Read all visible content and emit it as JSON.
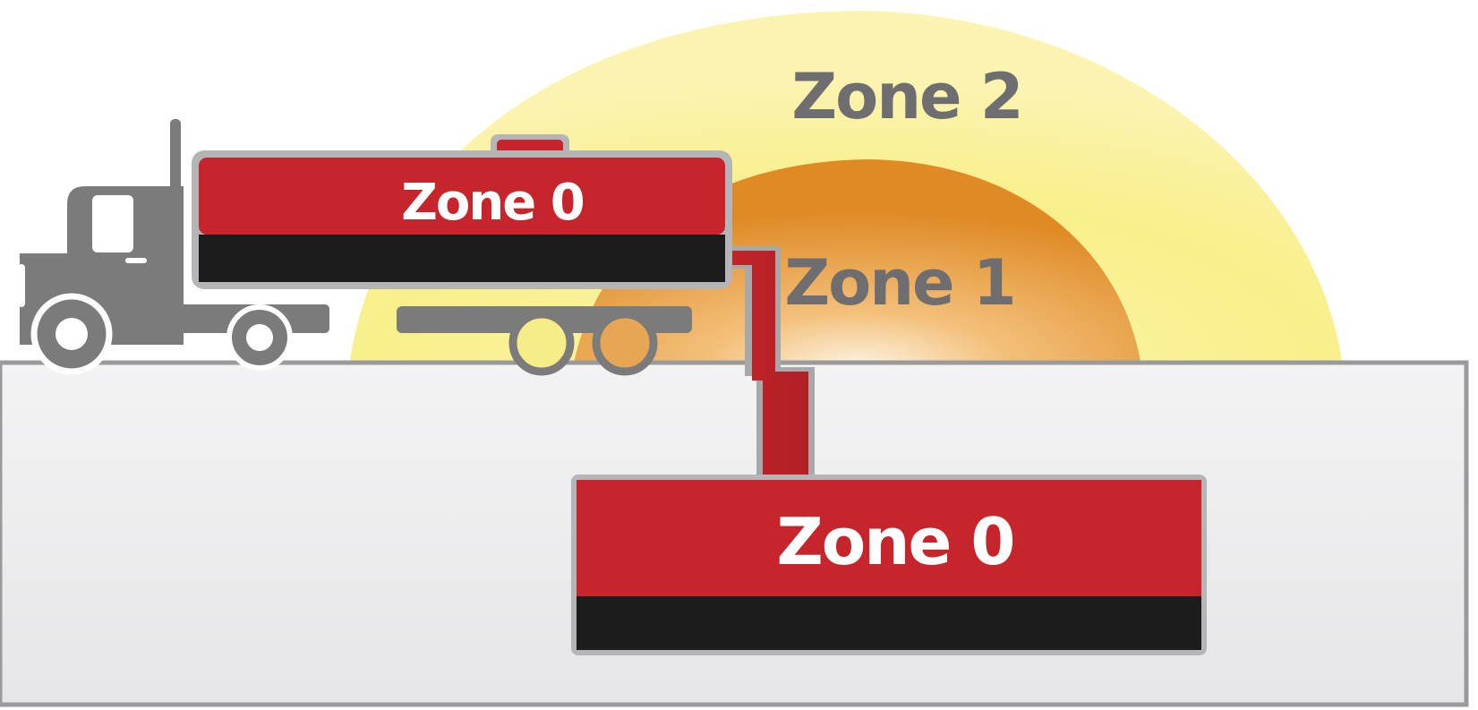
{
  "zones": {
    "zone2_label": "Zone 2",
    "zone1_label": "Zone 1",
    "tanker_label": "Zone 0",
    "storage_label": "Zone 0"
  },
  "colors": {
    "zone2_fill": "#f9f08a",
    "zone1_fill": "#e59a3a",
    "tank_red": "#c6262b",
    "tank_black": "#1c1c1c",
    "truck_gray": "#7b7b7c",
    "ground_fill": "#ececec",
    "label_gray": "#6e6e70",
    "label_white": "#ffffff"
  },
  "icons": {
    "truck": "truck-cab-icon",
    "wheel": "wheel-icon"
  }
}
